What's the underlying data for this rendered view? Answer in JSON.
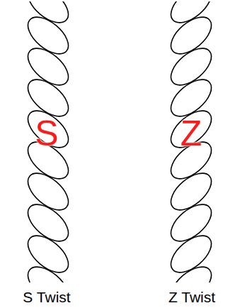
{
  "diagram": {
    "labels": [
      "S",
      "Z",
      "S Twist",
      "Z Twist"
    ]
  }
}
